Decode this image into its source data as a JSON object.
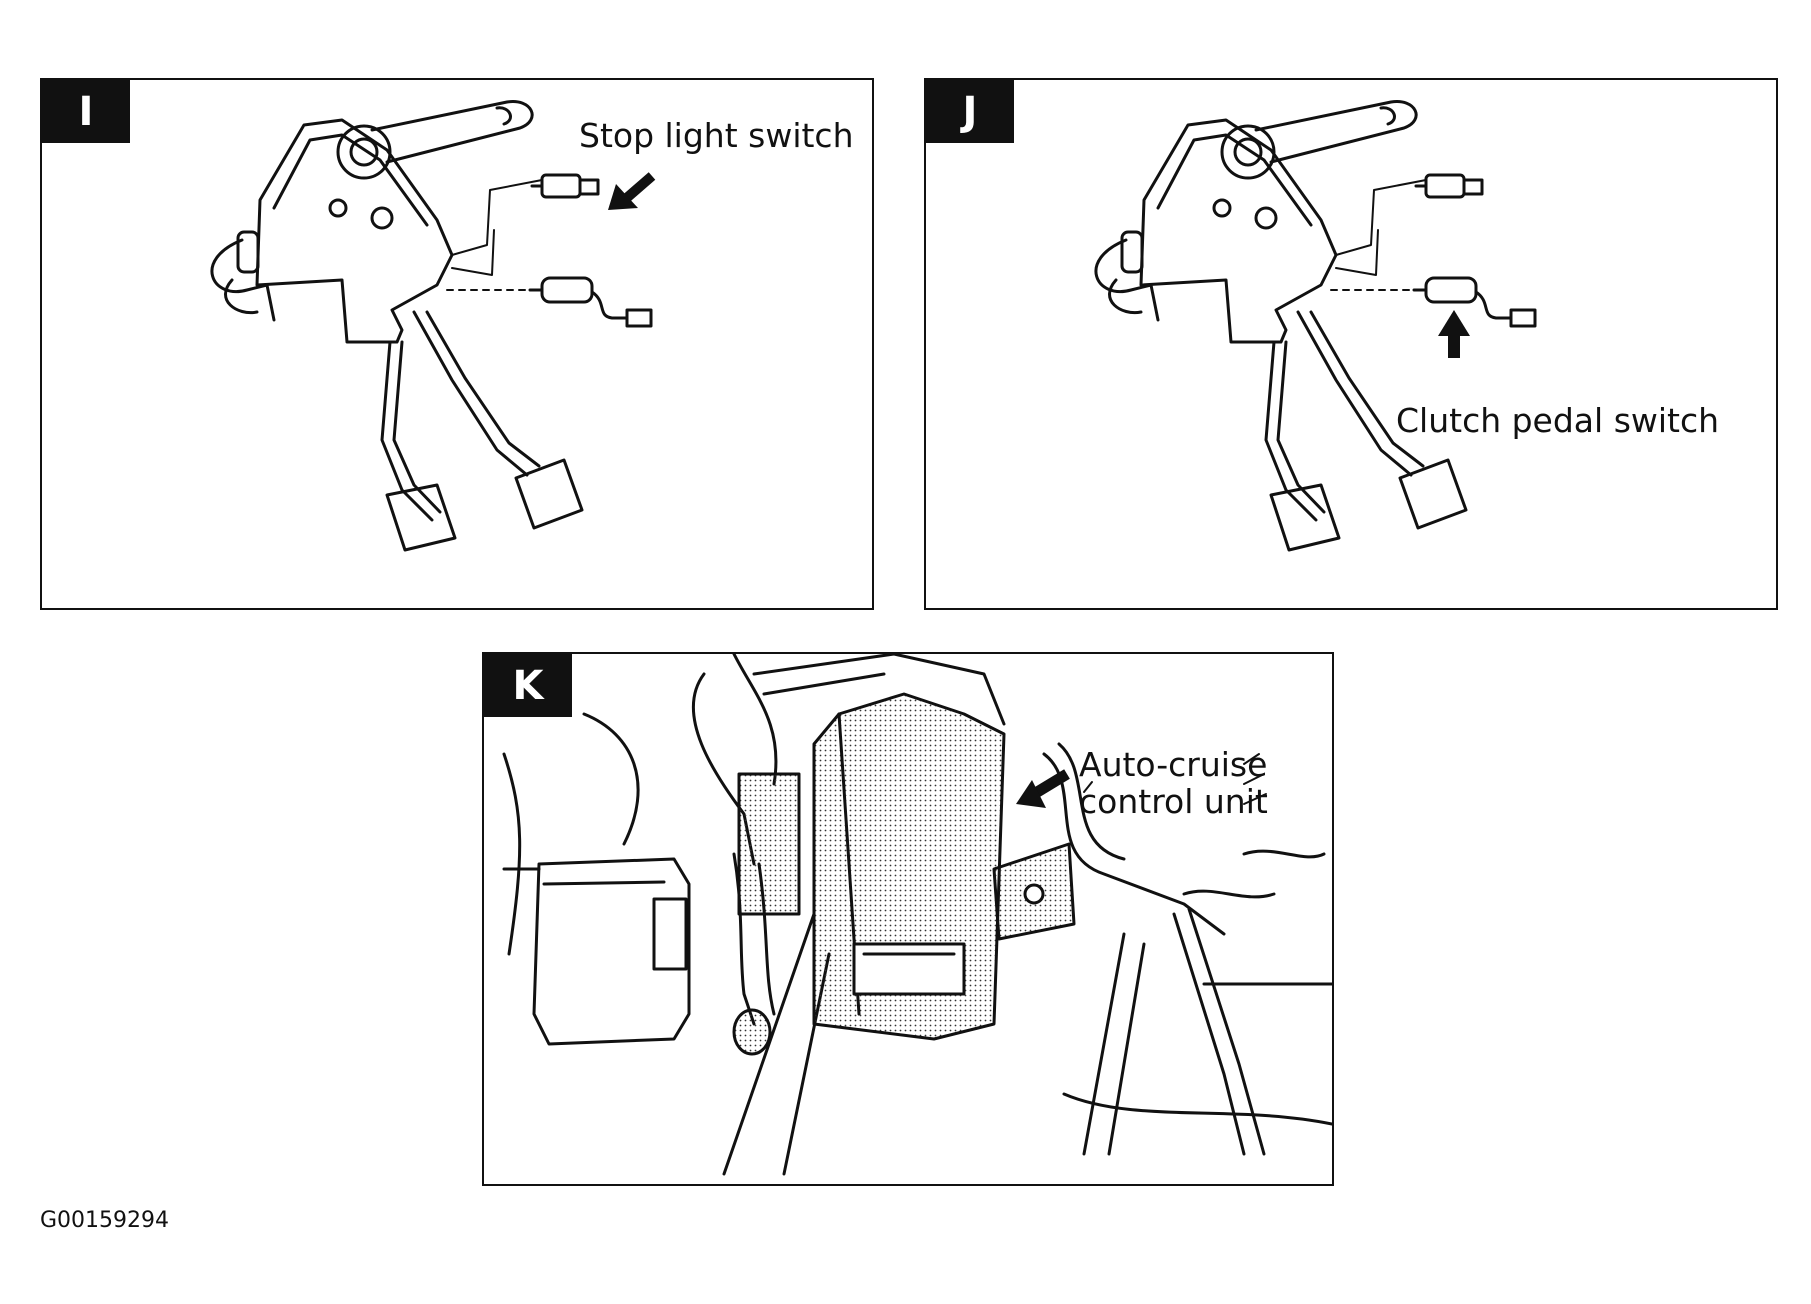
{
  "panels": [
    {
      "tag": "I",
      "callout": "Stop light switch"
    },
    {
      "tag": "J",
      "callout": "Clutch pedal switch"
    },
    {
      "tag": "K",
      "callout_line1": "Auto-cruise",
      "callout_line2": "control unit"
    }
  ],
  "figure_id": "G00159294"
}
